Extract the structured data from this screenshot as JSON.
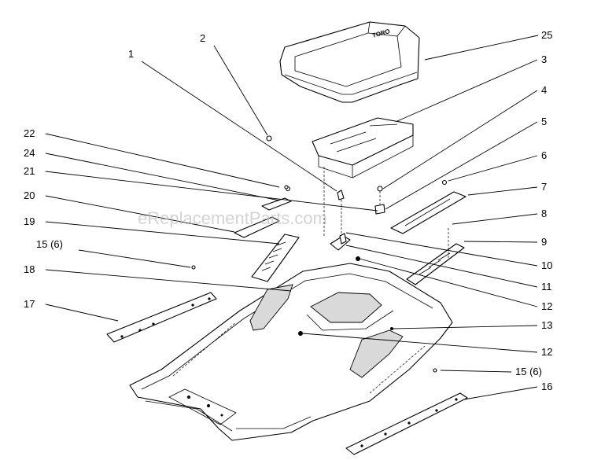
{
  "watermark": "eReplacementParts.com",
  "callouts": {
    "c1": "1",
    "c2": "2",
    "c25": "25",
    "c3": "3",
    "c4": "4",
    "c5": "5",
    "c22": "22",
    "c24": "24",
    "c21": "21",
    "c20": "20",
    "c19": "19",
    "c15a": "15 (6)",
    "c18": "18",
    "c17": "17",
    "c6": "6",
    "c7": "7",
    "c8": "8",
    "c9": "9",
    "c10": "10",
    "c11": "11",
    "c12a": "12",
    "c13": "13",
    "c12b": "12",
    "c15b": "15 (6)",
    "c16": "16"
  },
  "seat_logo": "TORO"
}
